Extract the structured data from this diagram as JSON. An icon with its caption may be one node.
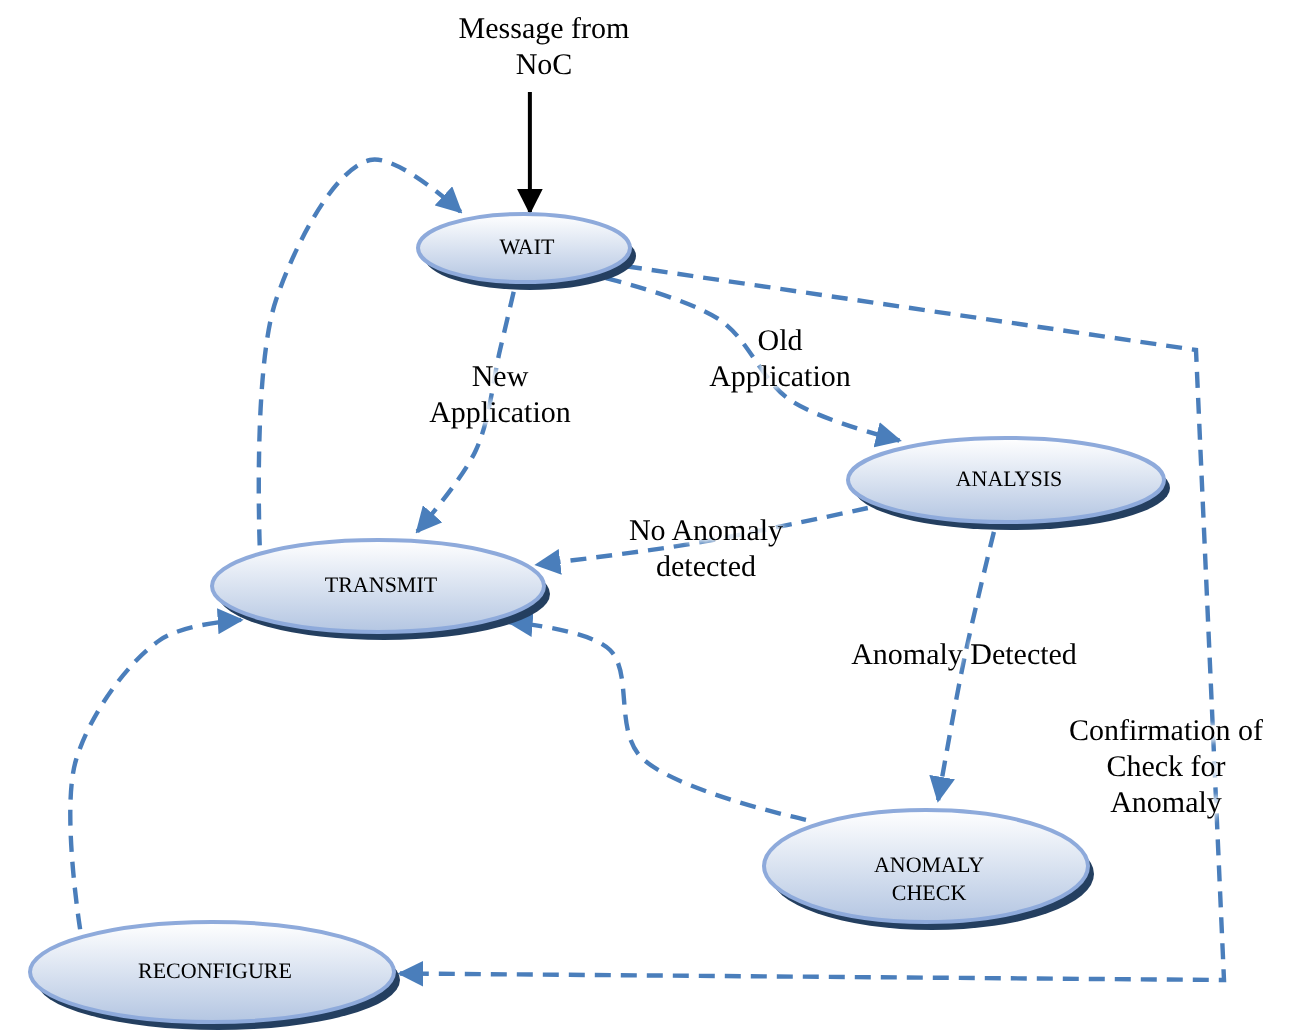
{
  "diagram": {
    "nodes": [
      {
        "text": [
          "Message from NoC"
        ]
      },
      {
        "text": [
          "WAIT"
        ]
      },
      {
        "text": [
          "ANALYSIS"
        ]
      },
      {
        "text": [
          "TRANSMIT"
        ]
      },
      {
        "text": [
          "ANOMALY CHECK"
        ]
      },
      {
        "text": [
          "RECONFIGURE"
        ]
      }
    ],
    "edges": [
      {
        "from": 0,
        "to": 1,
        "arrow": "to",
        "color": "#000000"
      },
      {
        "from": 1,
        "to": 3,
        "arrow": "to",
        "label": "New Application",
        "style": "dashed"
      },
      {
        "from": 1,
        "to": 2,
        "arrow": "to",
        "label": "Old Application",
        "style": "dashed"
      },
      {
        "from": 2,
        "to": 3,
        "arrow": "to",
        "label": "No Anomaly detected",
        "style": "dashed"
      },
      {
        "from": 2,
        "to": 4,
        "arrow": "to",
        "label": "Anomaly Detected",
        "style": "dashed"
      },
      {
        "from": 4,
        "to": 3,
        "arrow": "to",
        "style": "dashed"
      },
      {
        "from": 5,
        "to": 3,
        "arrow": "to",
        "style": "dashed"
      },
      {
        "from": 3,
        "to": 1,
        "arrow": "to",
        "style": "dashed"
      },
      {
        "from": 1,
        "to": 5,
        "arrow": "to",
        "label": "Confirmation of Check for Anomaly",
        "style": "dashed"
      }
    ]
  }
}
